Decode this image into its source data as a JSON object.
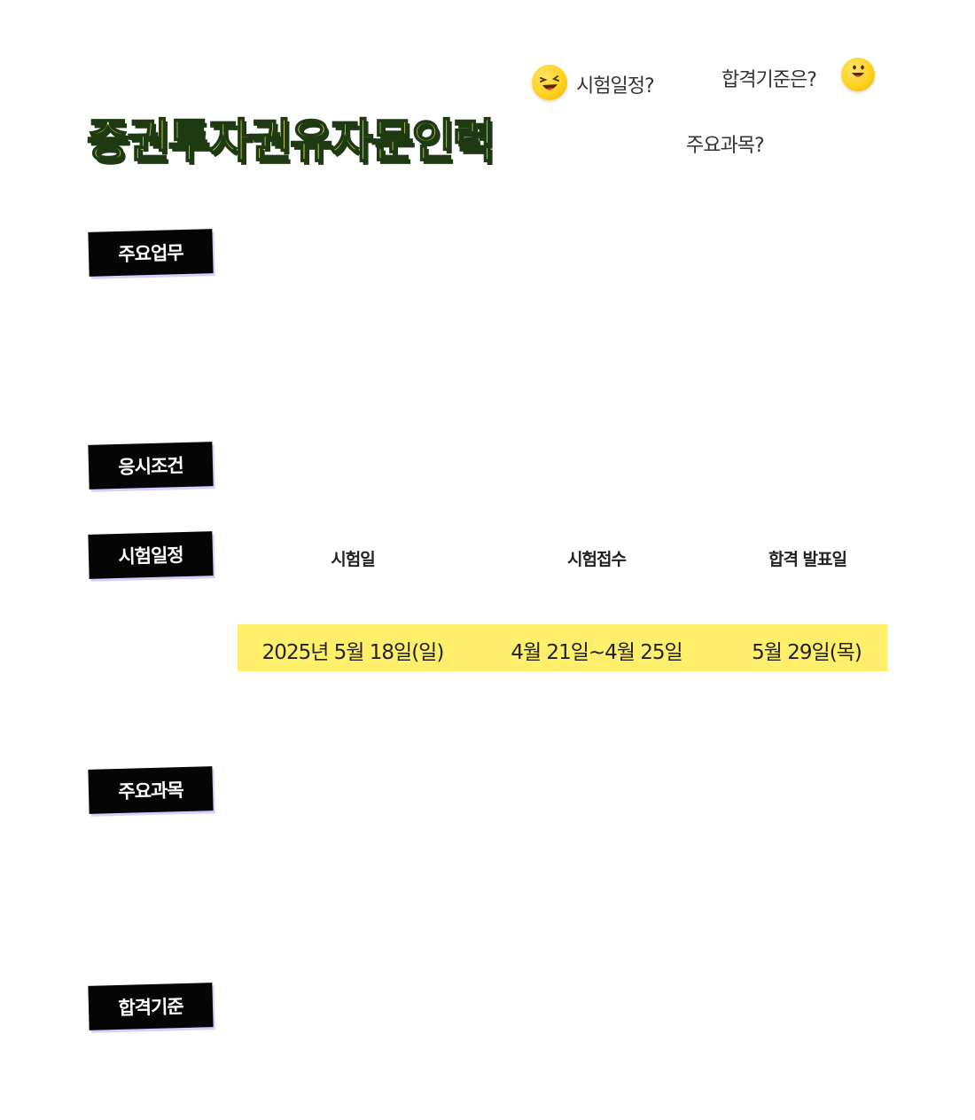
{
  "title": "증권투자권유자문인력",
  "nav": {
    "schedule_link": "시험일정?",
    "criteria_link": "합격기준은?",
    "subjects_link": "주요과목?",
    "icons": [
      "laughing-face-icon",
      "smiling-face-icon"
    ]
  },
  "sections": {
    "duties": "주요업무",
    "eligibility": "응시조건",
    "schedule": "시험일정",
    "subjects": "주요과목",
    "criteria": "합격기준"
  },
  "schedule_table": {
    "headers": [
      "시험일",
      "시험접수",
      "합격 발표일"
    ],
    "row": [
      "2025년 5월 18일(일)",
      "4월 21일~4월 25일",
      "5월 29일(목)"
    ],
    "highlight_color": "#ffef6b"
  },
  "colors": {
    "title_fill": "#fff06a",
    "title_outline": "#1d3a12",
    "tag_background": "#050505",
    "tag_shadow": "#d9ccff"
  }
}
